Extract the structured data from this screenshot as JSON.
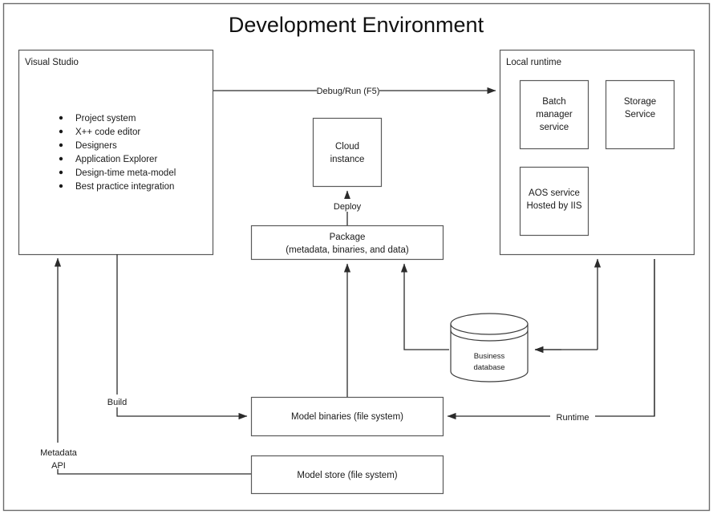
{
  "diagram": {
    "title": "Development Environment",
    "type": "architecture-block-diagram"
  },
  "containers": [
    {
      "id": "visual-studio",
      "label": "Visual Studio",
      "bullets": [
        "Project system",
        "X++ code editor",
        "Designers",
        "Application Explorer",
        "Design-time meta-model",
        "Best practice integration"
      ]
    },
    {
      "id": "local-runtime",
      "label": "Local runtime",
      "children": [
        {
          "id": "batch-manager-service",
          "lines": [
            "Batch",
            "manager",
            "service"
          ]
        },
        {
          "id": "storage-service",
          "lines": [
            "Storage",
            "Service"
          ]
        },
        {
          "id": "aos-service",
          "lines": [
            "AOS service",
            "Hosted by IIS"
          ]
        }
      ]
    }
  ],
  "nodes": [
    {
      "id": "cloud-instance",
      "lines": [
        "Cloud",
        "instance"
      ]
    },
    {
      "id": "package",
      "lines": [
        "Package",
        "(metadata, binaries, and data)"
      ]
    },
    {
      "id": "business-database",
      "lines": [
        "Business",
        "database"
      ],
      "shape": "cylinder"
    },
    {
      "id": "model-binaries",
      "lines": [
        "Model binaries (file system)"
      ]
    },
    {
      "id": "model-store",
      "lines": [
        "Model store (file system)"
      ]
    }
  ],
  "edges": [
    {
      "id": "debug-run",
      "label": "Debug/Run (F5)",
      "from": "visual-studio",
      "to": "local-runtime"
    },
    {
      "id": "deploy",
      "label": "Deploy",
      "from": "package",
      "to": "cloud-instance"
    },
    {
      "id": "build",
      "label": "Build",
      "from": "visual-studio",
      "to": "model-binaries"
    },
    {
      "id": "metadata-api",
      "label_line1": "Metadata",
      "label_line2": "API",
      "from": "model-store",
      "to": "visual-studio"
    },
    {
      "id": "runtime",
      "label": "Runtime",
      "from": "local-runtime",
      "to": "model-binaries"
    },
    {
      "id": "binaries-to-package",
      "label": "",
      "from": "model-binaries",
      "to": "package"
    },
    {
      "id": "database-to-package",
      "label": "",
      "from": "business-database",
      "to": "package"
    },
    {
      "id": "aos-to-database",
      "label": "",
      "from": "local-runtime",
      "to": "business-database"
    },
    {
      "id": "database-to-runtime",
      "label": "",
      "from": "business-database",
      "to": "local-runtime"
    }
  ],
  "colors": {
    "background": "#ffffff",
    "box_border": "#5a5a5a",
    "connector": "#4a4a4a",
    "text": "#1a1a1a",
    "frame": "#6b6b6b"
  }
}
